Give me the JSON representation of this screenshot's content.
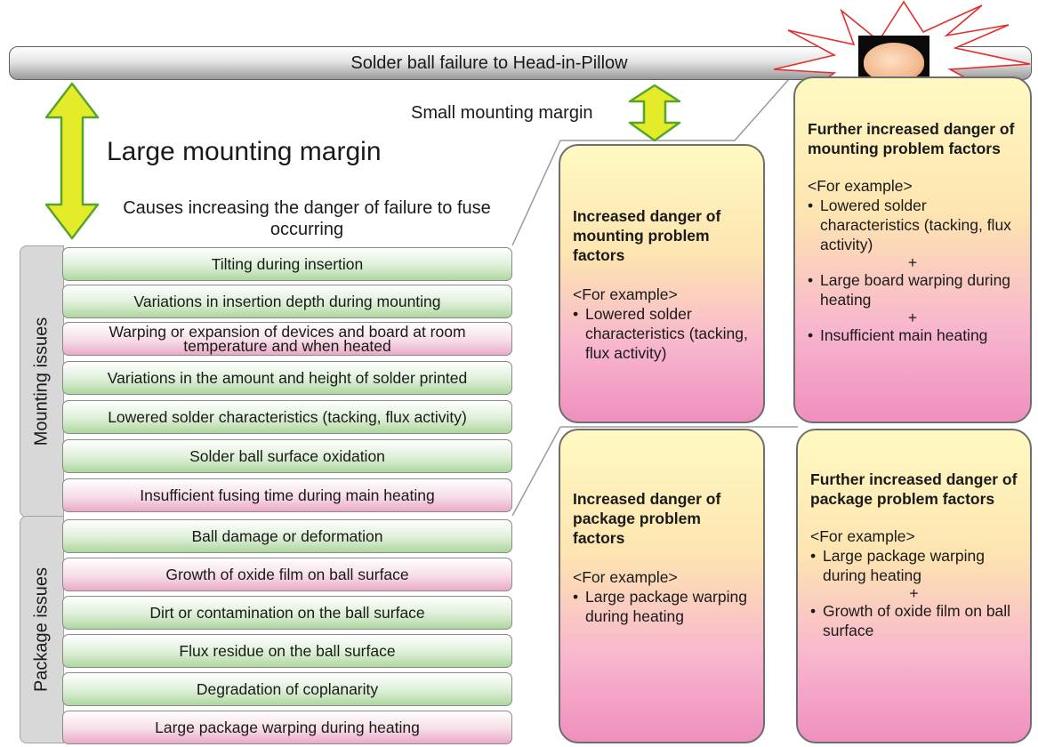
{
  "header_bar": {
    "label": "Solder ball failure to Head-in-Pillow"
  },
  "margins": {
    "large": "Large mounting margin",
    "small": "Small mounting margin",
    "causes": "Causes increasing the danger of failure to fuse occurring"
  },
  "mounting_issues": {
    "label": "Mounting issues",
    "items": [
      "Tilting during insertion",
      "Variations in insertion depth during mounting",
      "Warping or expansion of devices and board at room temperature and when heated",
      "Variations in the amount and height of solder printed",
      "Lowered solder characteristics (tacking, flux activity)",
      "Solder ball surface oxidation",
      "Insufficient fusing time during main heating"
    ]
  },
  "package_issues": {
    "label": "Package issues",
    "items": [
      "Ball damage or deformation",
      "Growth of oxide film on ball surface",
      "Dirt or contamination on the ball surface",
      "Flux residue on the ball surface",
      "Degradation of coplanarity",
      "Large package warping during heating"
    ]
  },
  "cards": {
    "mount_increased": {
      "title": "Increased danger of mounting problem factors",
      "example": "<For example>",
      "items": [
        "Lowered solder characteristics (tacking, flux activity)"
      ]
    },
    "mount_further": {
      "title": "Further increased danger of mounting problem factors",
      "example": "<For example>",
      "items": [
        "Lowered solder characteristics (tacking, flux activity)",
        "Large board warping during heating",
        "Insufficient main heating"
      ],
      "plus": "+"
    },
    "pkg_increased": {
      "title": "Increased danger of package problem factors",
      "example": "<For example>",
      "items": [
        "Large package warping during heating"
      ]
    },
    "pkg_further": {
      "title": "Further increased danger of package problem factors",
      "example": "<For example>",
      "items": [
        "Large package warping during heating",
        "Growth of oxide film on ball surface"
      ],
      "plus": "+"
    }
  },
  "bullet": "•",
  "colors": {
    "arrow_fill": "#e4ec2a",
    "arrow_stroke": "#58a42c",
    "row_green": "#aed79e",
    "row_pink": "#eaa9c6",
    "card_top": "#fff9c2",
    "card_bottom": "#ef8fbe",
    "burst": "#e52d2d"
  },
  "icons": {
    "failure_burst": "starburst-icon",
    "solder_ball_photo": "head-in-pillow-photo"
  }
}
